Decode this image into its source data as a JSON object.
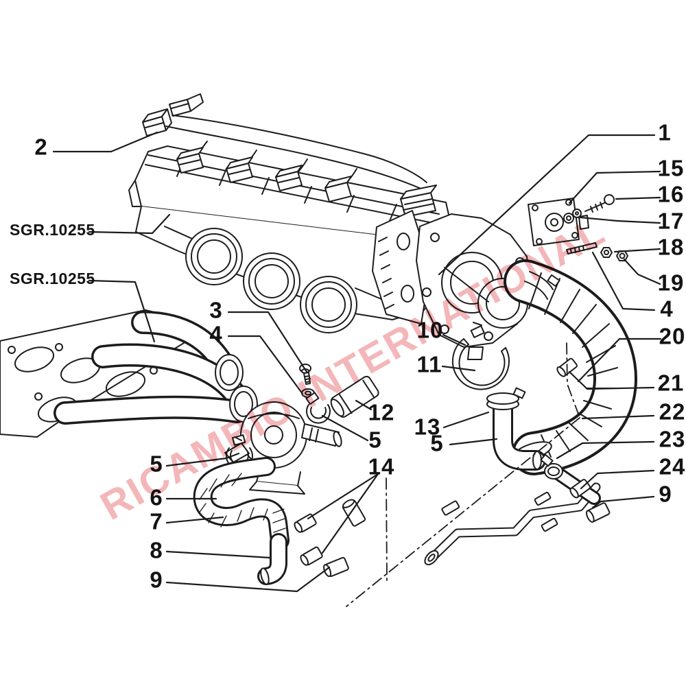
{
  "watermark": {
    "text": "RICAMBIO INTERNATIONAL",
    "color": "#f2b0b3"
  },
  "colors": {
    "ink": "#1c1c1c",
    "paper": "#ffffff",
    "watermark_pink": "#f2b0b3"
  },
  "group_labels": [
    {
      "text": "SGR.10255"
    },
    {
      "text": "SGR.10255"
    }
  ],
  "callouts": [
    {
      "label": "2"
    },
    {
      "label": "3"
    },
    {
      "label": "4"
    },
    {
      "label": "10"
    },
    {
      "label": "11"
    },
    {
      "label": "12"
    },
    {
      "label": "5"
    },
    {
      "label": "13"
    },
    {
      "label": "5"
    },
    {
      "label": "14"
    },
    {
      "label": "5"
    },
    {
      "label": "6"
    },
    {
      "label": "7"
    },
    {
      "label": "8"
    },
    {
      "label": "9"
    },
    {
      "label": "1"
    },
    {
      "label": "15"
    },
    {
      "label": "16"
    },
    {
      "label": "17"
    },
    {
      "label": "18"
    },
    {
      "label": "19"
    },
    {
      "label": "4"
    },
    {
      "label": "20"
    },
    {
      "label": "21"
    },
    {
      "label": "22"
    },
    {
      "label": "23"
    },
    {
      "label": "24"
    },
    {
      "label": "9"
    }
  ]
}
